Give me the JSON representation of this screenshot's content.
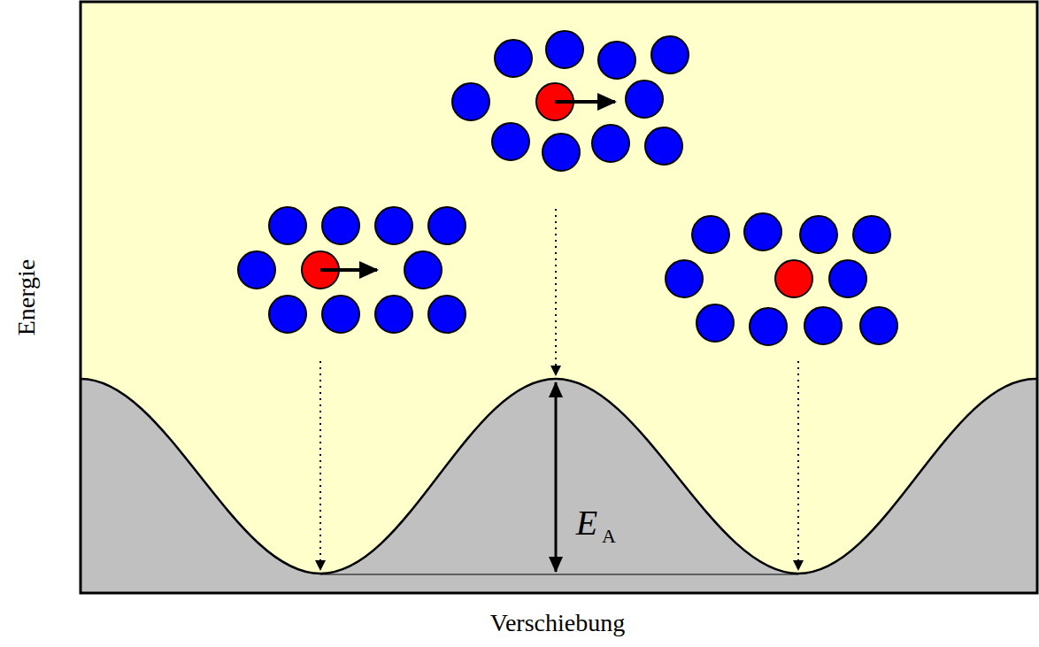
{
  "diagram": {
    "labels": [
      "Energie",
      "E",
      "A",
      "Verschiebung"
    ]
  }
}
